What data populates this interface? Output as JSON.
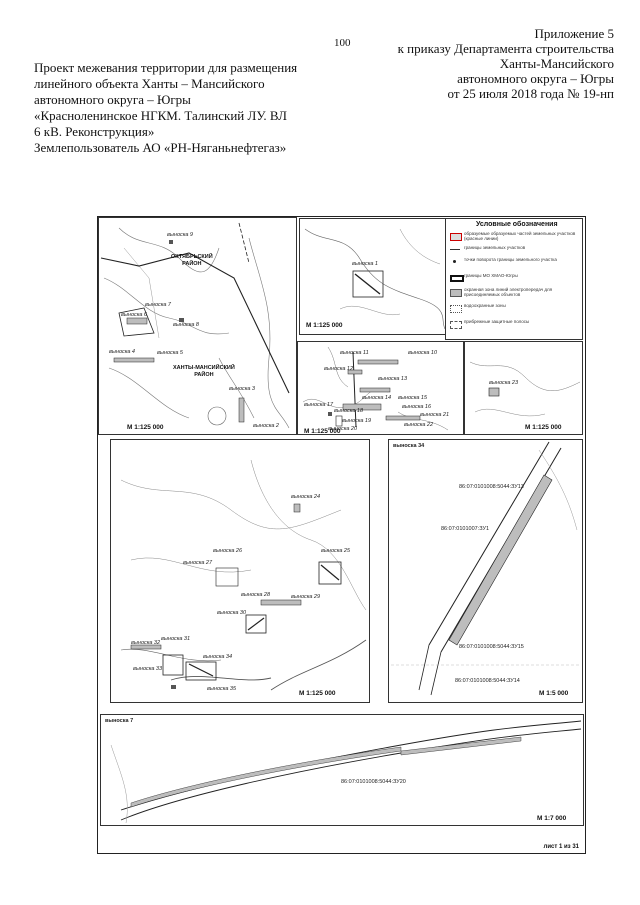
{
  "page_number": "100",
  "appendix": {
    "lines": [
      "Приложение 5",
      "к приказу Департамента строительства",
      "Ханты-Мансийского",
      "автономного округа – Югры",
      "от 25 июля 2018 года № 19-нп"
    ]
  },
  "project": {
    "lines": [
      "Проект межевания территории для размещения",
      "линейного объекта Ханты – Мансийского",
      "автономного округа – Югры",
      "«Красноленинское НГКМ. Талинский ЛУ. ВЛ",
      "6 кВ. Реконструкция»",
      "Землепользователь АО «РН-Няганьнефтегаз»"
    ]
  },
  "colors": {
    "line": "#222222",
    "parcel_fill": "#bdbdbd",
    "river": "#555555"
  },
  "panels": {
    "overview": {
      "scale": "М 1:125 000",
      "districts": {
        "oktyabrsky": "ОКТЯБРЬСКИЙ\nРАЙОН",
        "khanty": "ХАНТЫ-МАНСИЙСКИЙ\nРАЙОН"
      },
      "labels": [
        "выноска 9",
        "выноска 7",
        "выноска 6",
        "выноска 8",
        "выноска 4",
        "выноска 5",
        "выноска 3",
        "выноска 2"
      ]
    },
    "insert1": {
      "scale": "М 1:125 000",
      "labels": [
        "выноска 1"
      ]
    },
    "legend": {
      "title": "Условные обозначения",
      "items": [
        "образуемые образуемых частей земельных участков (красные линии)",
        "границы земельных участков",
        "точки поворота границы земельного участка",
        "границы МО ХМАО-Югры",
        "охранная зона линий электропередач для присоединяемых объектов",
        "водоохранные зоны",
        "прибрежные защитные полосы"
      ]
    },
    "middle": {
      "scale": "М 1:125 000",
      "labels": [
        "выноска 11",
        "выноска 10",
        "выноска 12",
        "выноска 13",
        "выноска 14",
        "выноска 15",
        "выноска 16",
        "выноска 17",
        "выноска 18",
        "выноска 19",
        "выноска 20",
        "выноска 21",
        "выноска 22"
      ]
    },
    "insert23": {
      "scale": "М 1:125 000",
      "labels": [
        "выноска 23"
      ]
    },
    "lower_left": {
      "scale": "М 1:125 000",
      "labels": [
        "выноска 24",
        "выноска 26",
        "выноска 27",
        "выноска 25",
        "выноска 28",
        "выноска 29",
        "выноска 30",
        "выноска 31",
        "выноска 32",
        "выноска 33",
        "выноска 34",
        "выноска 35"
      ]
    },
    "callout34": {
      "title": "выноска 34",
      "scale": "М 1:5 000",
      "parcels": [
        "86:07:0101008:5044:ЗУ13",
        "86:07:0101007:ЗУ1",
        "86:07:0101008:5044:ЗУ15",
        "86:07:0101008:5044:ЗУ14"
      ]
    },
    "callout7": {
      "title": "выноска 7",
      "scale": "М 1:7 000",
      "parcels": [
        "86:07:0101008:5044:ЗУ20"
      ]
    }
  },
  "sheet": "лист 1 из 31"
}
